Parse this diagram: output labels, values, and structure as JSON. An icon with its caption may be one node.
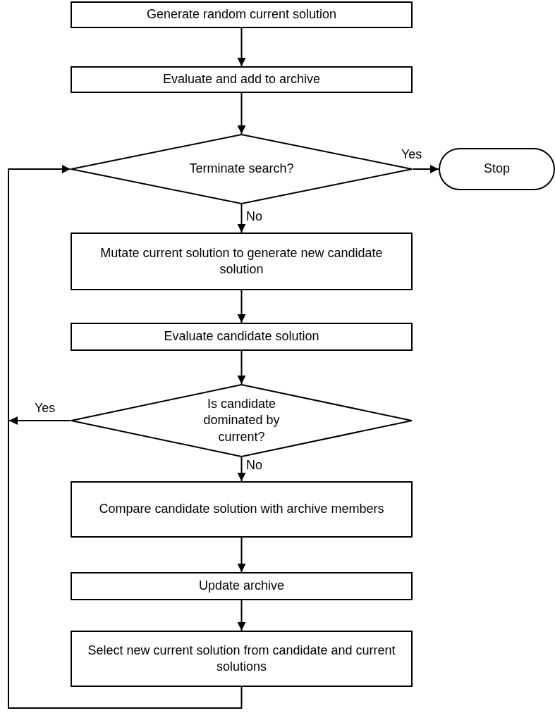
{
  "diagram": {
    "nodes": [
      {
        "text": [
          "Generate random current solution"
        ]
      },
      {
        "text": [
          "Evaluate and add to archive"
        ]
      },
      {
        "text": [
          "Terminate search?"
        ]
      },
      {
        "text": [
          "Stop"
        ]
      },
      {
        "text": [
          "Mutate current solution to generate new candidate solution"
        ]
      },
      {
        "text": [
          "Evaluate candidate solution"
        ]
      },
      {
        "text": [
          "Is candidate dominated by current?"
        ]
      },
      {
        "text": [
          "Compare candidate solution with archive members"
        ]
      },
      {
        "text": [
          "Update archive"
        ]
      },
      {
        "text": [
          "Select new current solution from candidate and current solutions"
        ]
      }
    ],
    "edges": [
      {
        "from": 0,
        "to": 1,
        "arrow": "to"
      },
      {
        "from": 1,
        "to": 2,
        "arrow": "to"
      },
      {
        "from": 2,
        "to": 3,
        "arrow": "to",
        "label": "Yes"
      },
      {
        "from": 2,
        "to": 4,
        "arrow": "to",
        "label": "No"
      },
      {
        "from": 4,
        "to": 5,
        "arrow": "to"
      },
      {
        "from": 5,
        "to": 6,
        "arrow": "to"
      },
      {
        "from": 6,
        "to": 2,
        "arrow": "to",
        "label": "Yes"
      },
      {
        "from": 6,
        "to": 7,
        "arrow": "to",
        "label": "No"
      },
      {
        "from": 7,
        "to": 8,
        "arrow": "to"
      },
      {
        "from": 8,
        "to": 9,
        "arrow": "to"
      },
      {
        "from": 9,
        "to": 2,
        "arrow": "to"
      }
    ]
  }
}
